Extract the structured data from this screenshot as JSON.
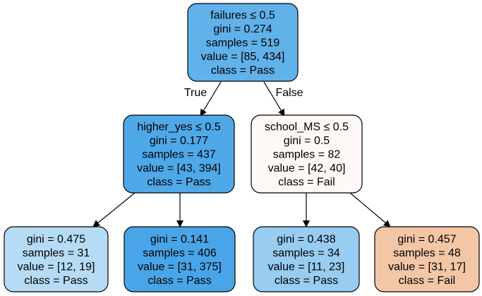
{
  "tree": {
    "nodes": [
      {
        "id": "root",
        "lines": [
          "failures ≤ 0.5",
          "gini = 0.274",
          "samples = 519",
          "value = [85, 434]",
          "class = Pass"
        ],
        "fill": "#61b1ea"
      },
      {
        "id": "higher",
        "lines": [
          "higher_yes ≤ 0.5",
          "gini = 0.177",
          "samples = 437",
          "value = [43, 394]",
          "class = Pass"
        ],
        "fill": "#4fa8e8"
      },
      {
        "id": "school",
        "lines": [
          "school_MS ≤ 0.5",
          "gini = 0.5",
          "samples = 82",
          "value = [42, 40]",
          "class = Fail"
        ],
        "fill": "#fef9f6"
      },
      {
        "id": "leaf1",
        "lines": [
          "gini = 0.475",
          "samples = 31",
          "value = [12, 19]",
          "class = Pass"
        ],
        "fill": "#b6dbf5"
      },
      {
        "id": "leaf2",
        "lines": [
          "gini = 0.141",
          "samples = 406",
          "value = [31, 375]",
          "class = Pass"
        ],
        "fill": "#49a5e7"
      },
      {
        "id": "leaf3",
        "lines": [
          "gini = 0.438",
          "samples = 34",
          "value = [11, 23]",
          "class = Pass"
        ],
        "fill": "#98ccf1"
      },
      {
        "id": "leaf4",
        "lines": [
          "gini = 0.457",
          "samples = 48",
          "value = [31, 17]",
          "class = Fail"
        ],
        "fill": "#f3c6a6"
      }
    ],
    "edge_labels": {
      "true_label": "True",
      "false_label": "False"
    },
    "stroke_color": "#000000"
  }
}
